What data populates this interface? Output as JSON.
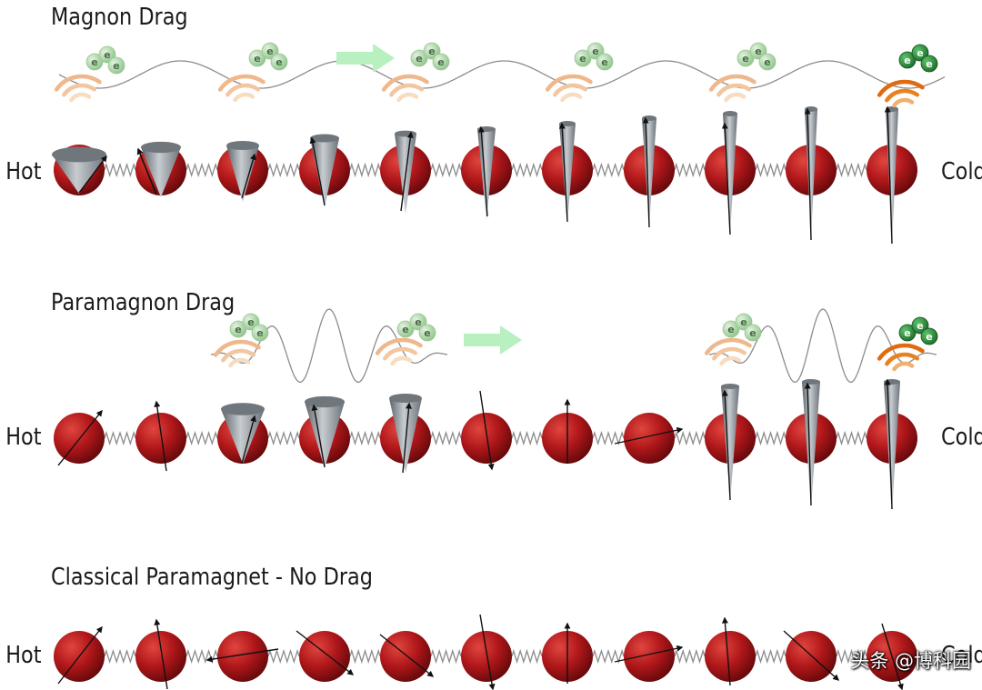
{
  "rows": [
    {
      "title": "Magnon Drag",
      "hot": "Hot",
      "cold": "Cold"
    },
    {
      "title": "Paramagnon Drag",
      "hot": "Hot",
      "cold": "Cold"
    },
    {
      "title": "Classical Paramagnet - No Drag",
      "hot": "Hot",
      "cold": "Cold"
    }
  ],
  "electron_symbol": "e",
  "watermark": "头条 @博科园",
  "colors": {
    "atom": "#b0171a",
    "cone": "#9aa2a8",
    "spring": "#8c8c8c",
    "electron_light": "#b4d8b0",
    "electron_dark": "#2e8a3a",
    "arrow": "#b8f0c0",
    "magnon_wave_light": "#f3c6a0",
    "magnon_wave_dark": "#e8821e"
  }
}
